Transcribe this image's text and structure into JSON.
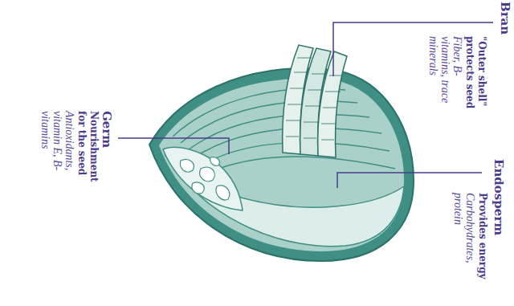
{
  "diagram": {
    "labels": [
      "Bran",
      "\"Outer shell\" protects seed",
      "Fiber, B-vitamins, trace minerals",
      "Germ",
      "Nourishment for the seed",
      "Antioxidants, vitamin E, B-vitamins",
      "Endosperm",
      "Provides energy",
      "Carbohydrates, protein"
    ]
  }
}
